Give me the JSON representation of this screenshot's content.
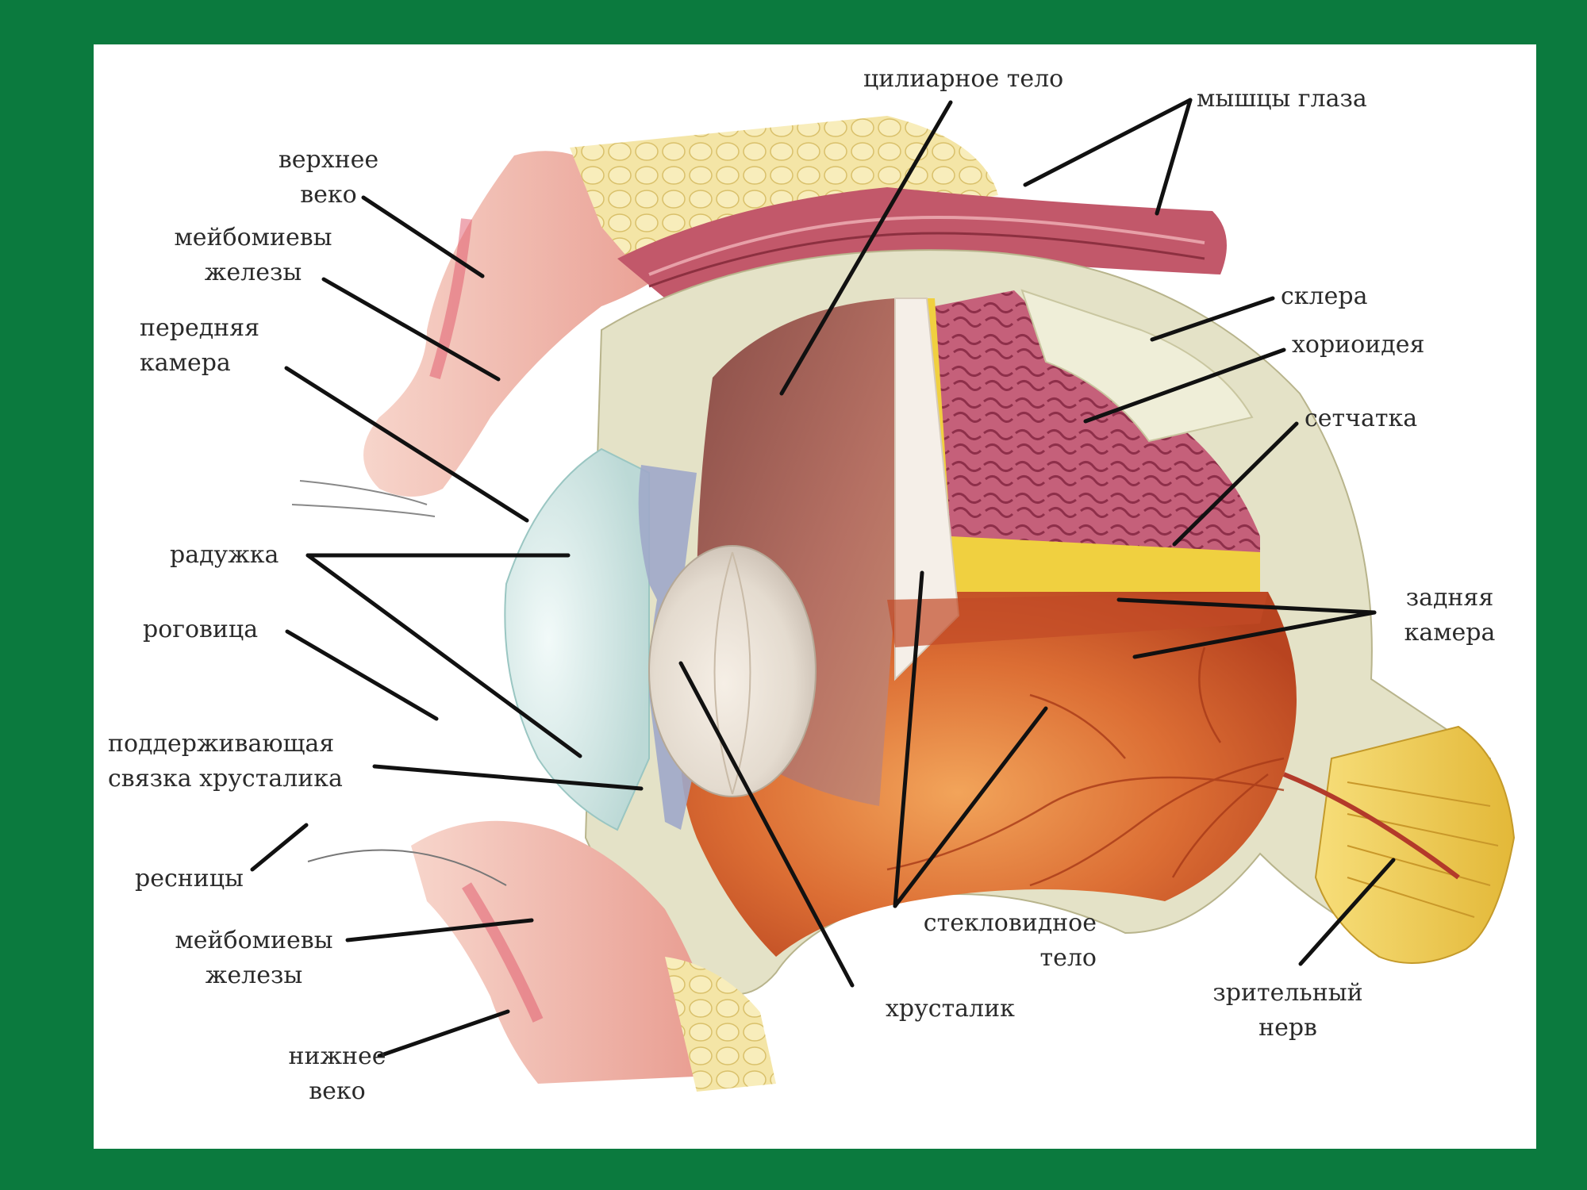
{
  "labels": {
    "ciliary_body": "цилиарное тело",
    "eye_muscles": "мышцы глаза",
    "upper_eyelid": [
      "верхнее",
      "веко"
    ],
    "meibomian_upper": [
      "мейбомиевы",
      "железы"
    ],
    "anterior_chamber": [
      "передняя",
      "камера"
    ],
    "sclera": "склера",
    "choroid": "хориоидея",
    "retina": "сетчатка",
    "iris": "радужка",
    "cornea": "роговица",
    "posterior_chamber": [
      "задняя",
      "камера"
    ],
    "zonule": [
      "поддерживающая",
      "связка хрусталика"
    ],
    "eyelashes": "ресницы",
    "meibomian_lower": [
      "мейбомиевы",
      "железы"
    ],
    "vitreous_body": [
      "стекловидное",
      "тело"
    ],
    "lower_eyelid": [
      "нижнее",
      "веко"
    ],
    "lens": "хрусталик",
    "optic_nerve": [
      "зрительный",
      "нерв"
    ]
  },
  "colors": {
    "frame_border": "#0b7a3e",
    "background": "#ffffff",
    "sclera": "#e8e6cf",
    "fat": "#f2e2a0",
    "choroid": "#b9506a",
    "retina_layer": "#f0d040",
    "vitreous": "#d86a36",
    "lens": "#e9e2d8",
    "cornea": "#d7ecea",
    "muscle": "#c05060",
    "eyelid_skin": "#f4c7bb",
    "optic_nerve": "#f0cf55",
    "leader_line": "#111111"
  }
}
